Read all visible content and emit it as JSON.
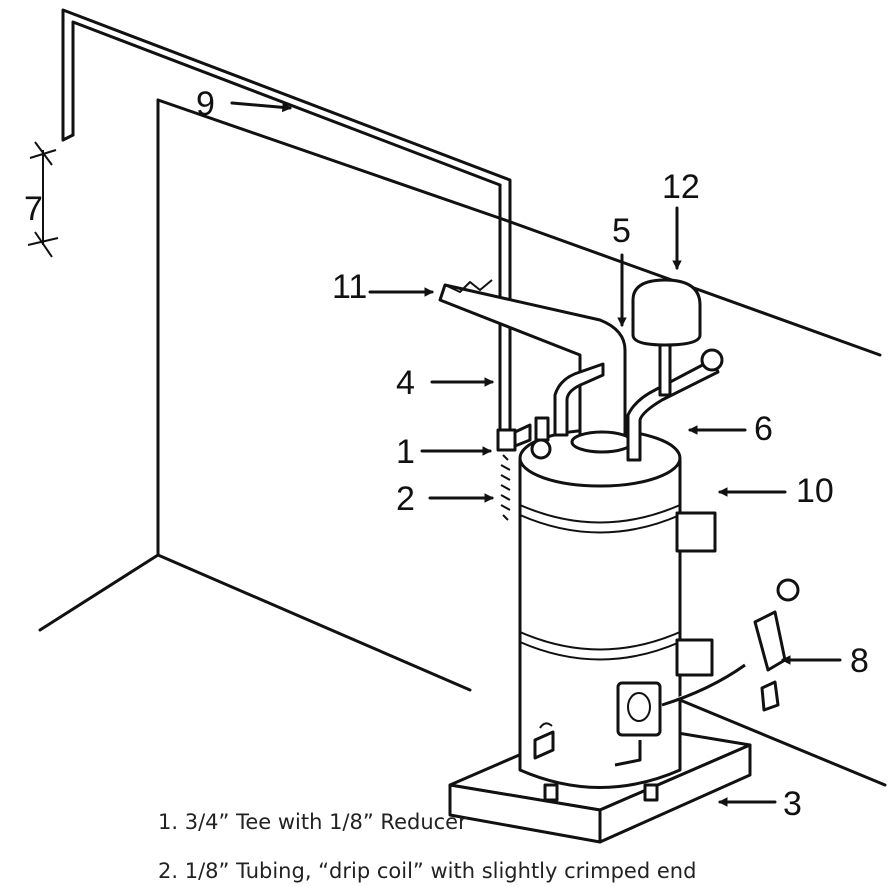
{
  "callouts": {
    "c1": "1",
    "c2": "2",
    "c3": "3",
    "c4": "4",
    "c5": "5",
    "c6": "6",
    "c7": "7",
    "c8": "8",
    "c9": "9",
    "c10": "10",
    "c11": "11",
    "c12": "12"
  },
  "legend": [
    "1. 3/4” Tee with 1/8” Reducer",
    "2. 1/8” Tubing, “drip coil” with slightly crimped end"
  ]
}
